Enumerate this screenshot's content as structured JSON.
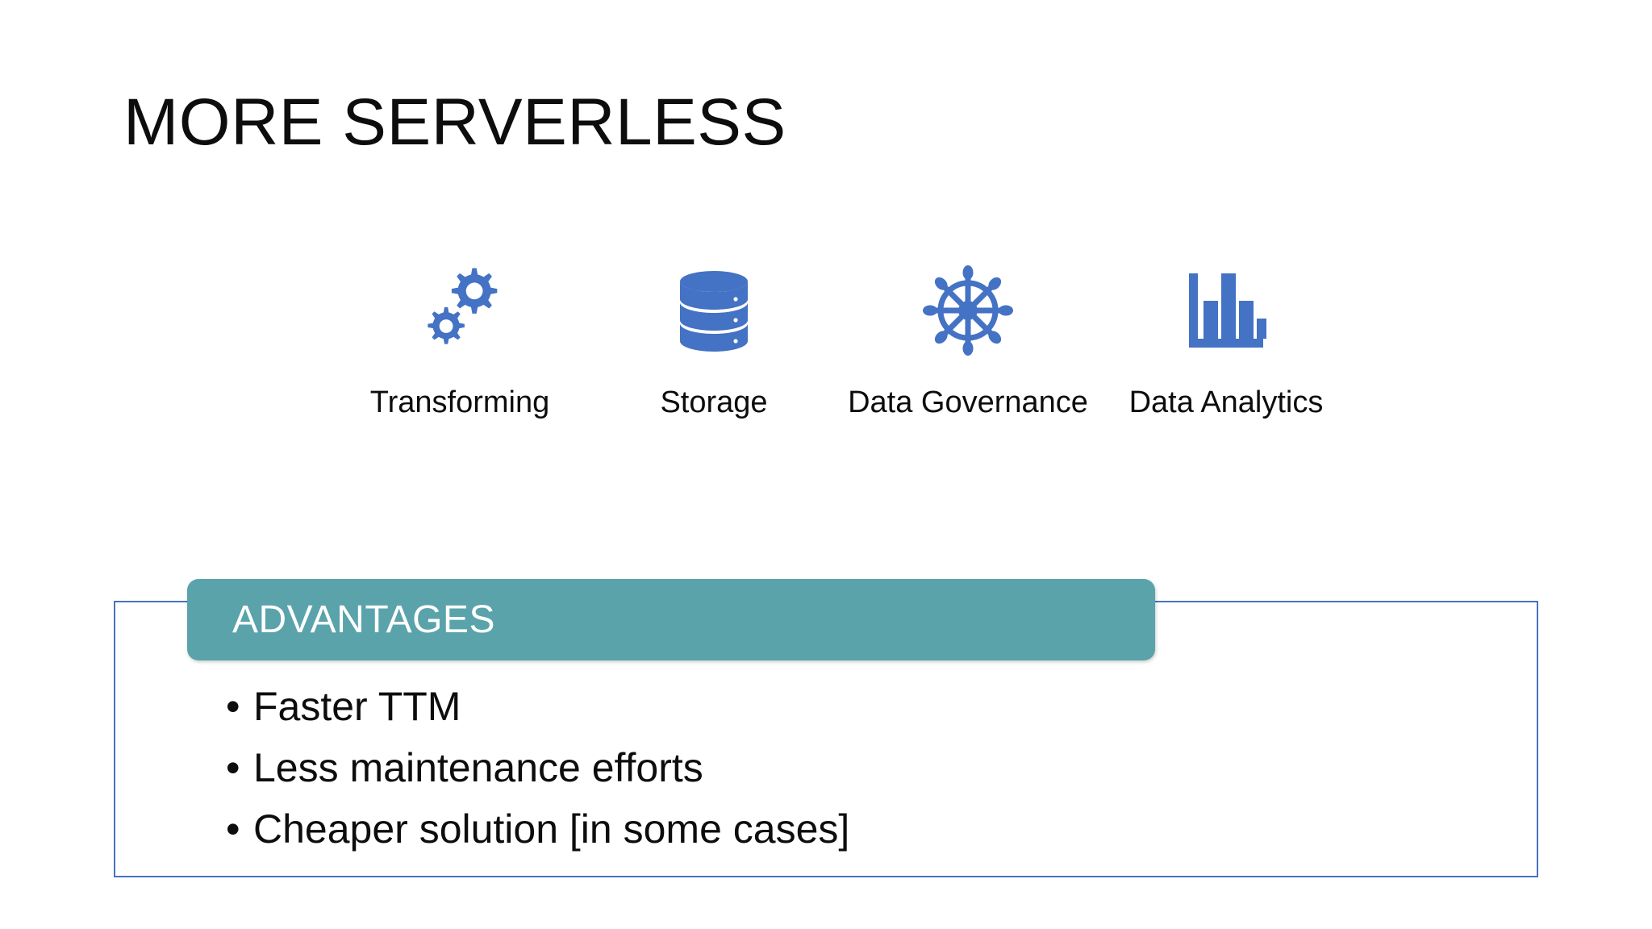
{
  "slide": {
    "title": "MORE SERVERLESS",
    "background_color": "#FFFFFF"
  },
  "icon_row": {
    "icon_color": "#4472C4",
    "items": [
      {
        "label": "Transforming",
        "icon": "gears-icon"
      },
      {
        "label": "Storage",
        "icon": "database-icon"
      },
      {
        "label": "Data Governance",
        "icon": "ship-wheel-icon"
      },
      {
        "label": "Data Analytics",
        "icon": "bar-chart-icon"
      }
    ]
  },
  "advantages": {
    "header_label": "ADVANTAGES",
    "header_color": "#5AA3AB",
    "border_color": "#4773C0",
    "bullet_glyph": "•",
    "items": [
      "Faster TTM",
      "Less maintenance efforts",
      "Cheaper solution [in some cases]"
    ]
  }
}
